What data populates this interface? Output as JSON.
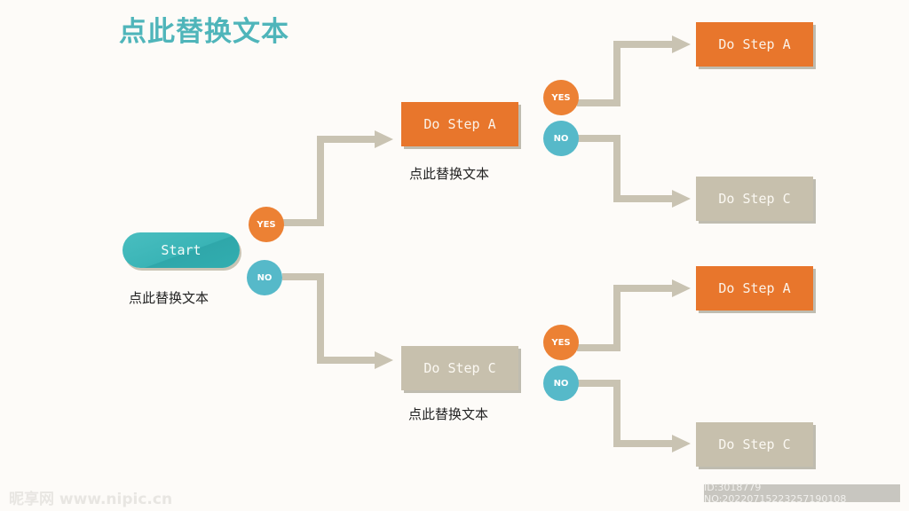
{
  "title": "点此替换文本",
  "colors": {
    "accent_teal": "#4fb5ba",
    "orange": "#e8762c",
    "gray": "#c7c0ad",
    "connector": "#c9c3b2",
    "no_blue": "#56b9c9"
  },
  "start": {
    "label": "Start",
    "caption": "点此替换文本"
  },
  "level1": {
    "yes_label": "YES",
    "no_label": "NO",
    "yes_box": {
      "label": "Do Step A",
      "caption": "点此替换文本"
    },
    "no_box": {
      "label": "Do Step C",
      "caption": "点此替换文本"
    }
  },
  "level2_top": {
    "yes_label": "YES",
    "no_label": "NO",
    "yes_box": {
      "label": "Do Step A"
    },
    "no_box": {
      "label": "Do Step C"
    }
  },
  "level2_bottom": {
    "yes_label": "YES",
    "no_label": "NO",
    "yes_box": {
      "label": "Do Step A"
    },
    "no_box": {
      "label": "Do Step C"
    }
  },
  "watermark": {
    "left": "昵享网 www.nipic.cn",
    "right": "ID:3018779 NO:20220715223257190108"
  }
}
